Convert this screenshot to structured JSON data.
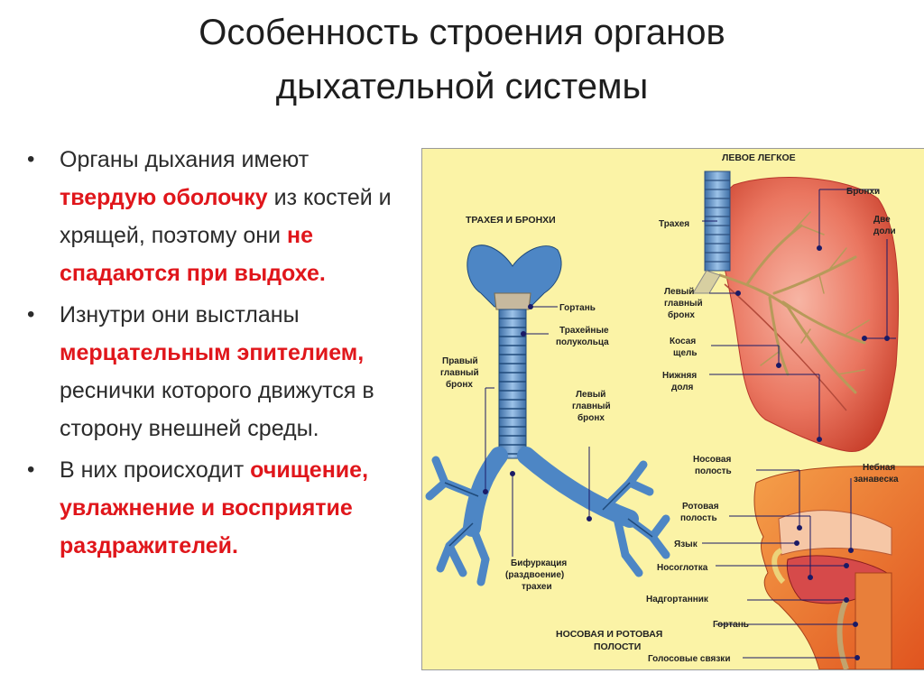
{
  "title": {
    "line1": "Особенность строения органов",
    "line2": "дыхательной системы"
  },
  "bullets": [
    {
      "parts": [
        {
          "t": "Органы дыхания имеют "
        },
        {
          "t": "твердую оболочку",
          "red": true
        },
        {
          "t": " из костей и хрящей, поэтому они "
        },
        {
          "t": "не спадаются при выдохе.",
          "red": true
        }
      ]
    },
    {
      "parts": [
        {
          "t": "Изнутри они выстланы "
        },
        {
          "t": "мерцательным эпителием,",
          "red": true
        },
        {
          "t": " реснички которого движутся в сторону внешней среды."
        }
      ]
    },
    {
      "parts": [
        {
          "t": "В них происходит "
        },
        {
          "t": "очищение, увлажнение и восприятие раздражителей.",
          "red": true
        }
      ]
    }
  ],
  "figure": {
    "headings": {
      "lung": "ЛЕВОЕ ЛЕГКОЕ",
      "trachea": "ТРАХЕЯ И БРОНХИ",
      "nasal1": "НОСОВАЯ И РОТОВАЯ",
      "nasal2": "ПОЛОСТИ"
    },
    "labels": {
      "trachea": "Трахея",
      "bronchi": "Бронхи",
      "two_lobes1": "Две",
      "two_lobes2": "доли",
      "left_main_bronchus1": "Левый",
      "left_main_bronchus2": "главный",
      "left_main_bronchus3": "бронх",
      "oblique_fissure1": "Косая",
      "oblique_fissure2": "щель",
      "lower_lobe1": "Нижняя",
      "lower_lobe2": "доля",
      "larynx": "Гортань",
      "semirings1": "Трахейные",
      "semirings2": "полукольца",
      "right_main_bronchus1": "Правый",
      "right_main_bronchus2": "главный",
      "right_main_bronchus3": "бронх",
      "left_main_bronchus_b1": "Левый",
      "left_main_bronchus_b2": "главный",
      "left_main_bronchus_b3": "бронх",
      "bifurcation1": "Бифуркация",
      "bifurcation2": "(раздвоение)",
      "bifurcation3": "трахеи",
      "nasal_cavity1": "Носовая",
      "nasal_cavity2": "полость",
      "soft_palate1": "Небная",
      "soft_palate2": "занавеска",
      "oral_cavity1": "Ротовая",
      "oral_cavity2": "полость",
      "tongue": "Язык",
      "nasopharynx": "Носоглотка",
      "epiglottis": "Надгортанник",
      "larynx2": "Гортань",
      "vocal_cords": "Голосовые связки"
    },
    "colors": {
      "background": "#fbf3a6",
      "trachea": "#5b8fc4",
      "lung": "#e2563f",
      "label_line": "#1a1a66"
    }
  }
}
